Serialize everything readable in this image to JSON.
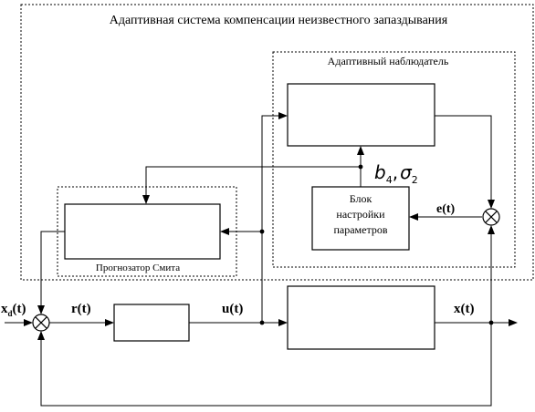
{
  "title": "Адаптивная система компенсации неизвестного запаздывания",
  "observer_label": "Адаптивный наблюдатель",
  "smith_label": "Прогнозатор Смита",
  "tuning_block": {
    "line1": "Блок",
    "line2": "настройки",
    "line3": "параметров"
  },
  "params": {
    "b": "b",
    "b_sub": "4",
    "comma": ",",
    "sigma": "σ",
    "sigma_sub": "2"
  },
  "signals": {
    "xd": "x",
    "xd_sub": "d",
    "xd_tail": "(t)",
    "r": "r(t)",
    "u": "u(t)",
    "x": "x(t)",
    "e": "e(t)"
  }
}
